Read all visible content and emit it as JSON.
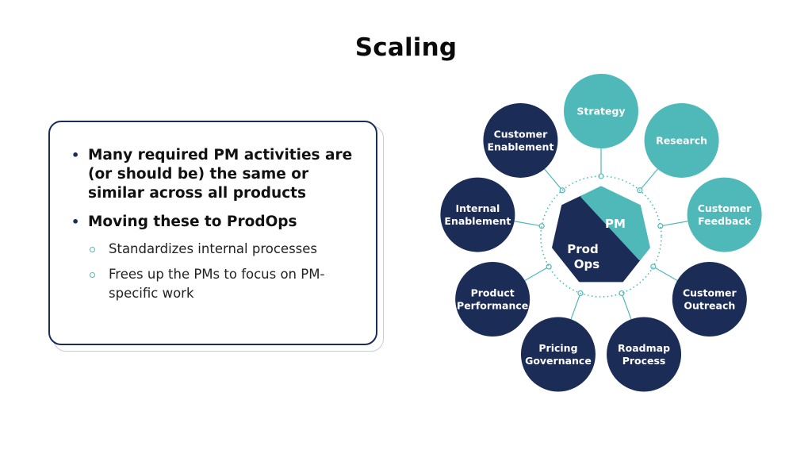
{
  "title": "Scaling",
  "bullets": [
    {
      "text": "Many required PM activities are (or should be) the same or similar across all products",
      "sub": []
    },
    {
      "text": "Moving these to ProdOps",
      "sub": [
        "Standardizes internal processes",
        "Frees up the PMs to focus on PM-specific work"
      ]
    }
  ],
  "diagram": {
    "center": {
      "top_label": "PM",
      "bottom_label": [
        "Prod",
        "Ops"
      ]
    },
    "nodes": [
      {
        "label": [
          "Strategy"
        ],
        "tone": "teal"
      },
      {
        "label": [
          "Research"
        ],
        "tone": "teal"
      },
      {
        "label": [
          "Customer",
          "Feedback"
        ],
        "tone": "teal"
      },
      {
        "label": [
          "Customer",
          "Outreach"
        ],
        "tone": "navy"
      },
      {
        "label": [
          "Roadmap",
          "Process"
        ],
        "tone": "navy"
      },
      {
        "label": [
          "Pricing",
          "Governance"
        ],
        "tone": "navy"
      },
      {
        "label": [
          "Product",
          "Performance"
        ],
        "tone": "navy"
      },
      {
        "label": [
          "Internal",
          "Enablement"
        ],
        "tone": "navy"
      },
      {
        "label": [
          "Customer",
          "Enablement"
        ],
        "tone": "navy"
      }
    ]
  },
  "colors": {
    "navy": "#1b2c57",
    "teal": "#4fb8b8"
  }
}
